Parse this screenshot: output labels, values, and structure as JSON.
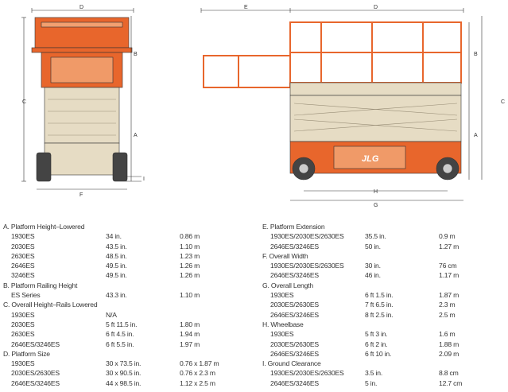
{
  "diagram": {
    "front_labels": {
      "A": "A",
      "B": "B",
      "C": "C",
      "D": "D",
      "F": "F",
      "I": "I"
    },
    "side_labels": {
      "A": "A",
      "B": "B",
      "C": "C",
      "D": "D",
      "E": "E",
      "G": "G",
      "H": "H"
    },
    "logo": "JLG",
    "colors": {
      "orange": "#e8662c",
      "beige": "#e6dcc4",
      "dark": "#333333"
    }
  },
  "specs_left": [
    {
      "title": "A. Platform Height–Lowered",
      "rows": [
        [
          "1930ES",
          "34 in.",
          "0.86 m"
        ],
        [
          "2030ES",
          "43.5 in.",
          "1.10 m"
        ],
        [
          "2630ES",
          "48.5 in.",
          "1.23 m"
        ],
        [
          "2646ES",
          "49.5 in.",
          "1.26 m"
        ],
        [
          "3246ES",
          "49.5 in.",
          "1.26 m"
        ]
      ]
    },
    {
      "title": "B. Platform Railing Height",
      "rows": [
        [
          "ES Series",
          "43.3 in.",
          "1.10 m"
        ]
      ]
    },
    {
      "title": "C. Overall Height–Rails Lowered",
      "rows": [
        [
          "1930ES",
          "N/A",
          ""
        ],
        [
          "2030ES",
          "5 ft 11.5 in.",
          "1.80 m"
        ],
        [
          "2630ES",
          "6 ft 4.5 in.",
          "1.94 m"
        ],
        [
          "2646ES/3246ES",
          "6 ft 5.5 in.",
          "1.97 m"
        ]
      ]
    },
    {
      "title": "D. Platform Size",
      "rows": [
        [
          "1930ES",
          "30 x 73.5 in.",
          "0.76 x 1.87 m"
        ],
        [
          "2030ES/2630ES",
          "30 x 90.5 in.",
          "0.76 x 2.3 m"
        ],
        [
          "2646ES/3246ES",
          "44 x 98.5 in.",
          "1.12 x 2.5 m"
        ]
      ]
    }
  ],
  "specs_right": [
    {
      "title": "E. Platform Extension",
      "rows": [
        [
          "1930ES/2030ES/2630ES",
          "35.5 in.",
          "0.9 m"
        ],
        [
          "2646ES/3246ES",
          "50 in.",
          "1.27 m"
        ]
      ]
    },
    {
      "title": "F. Overall Width",
      "rows": [
        [
          "1930ES/2030ES/2630ES",
          "30 in.",
          "76 cm"
        ],
        [
          "2646ES/3246ES",
          "46 in.",
          "1.17 m"
        ]
      ]
    },
    {
      "title": "G. Overall Length",
      "rows": [
        [
          "1930ES",
          "6 ft 1.5 in.",
          "1.87 m"
        ],
        [
          "2030ES/2630ES",
          "7 ft 6.5 in.",
          "2.3 m"
        ],
        [
          "2646ES/3246ES",
          "8 ft 2.5 in.",
          "2.5 m"
        ]
      ]
    },
    {
      "title": "H. Wheelbase",
      "rows": [
        [
          "1930ES",
          "5 ft 3 in.",
          "1.6 m"
        ],
        [
          "2030ES/2630ES",
          "6 ft 2 in.",
          "1.88 m"
        ],
        [
          "2646ES/3246ES",
          "6 ft 10 in.",
          "2.09 m"
        ]
      ]
    },
    {
      "title": "I. Ground Clearance",
      "rows": [
        [
          "1930ES/2030ES/2630ES",
          "3.5 in.",
          "8.8 cm"
        ],
        [
          "2646ES/3246ES",
          "5 in.",
          "12.7 cm"
        ]
      ]
    }
  ]
}
